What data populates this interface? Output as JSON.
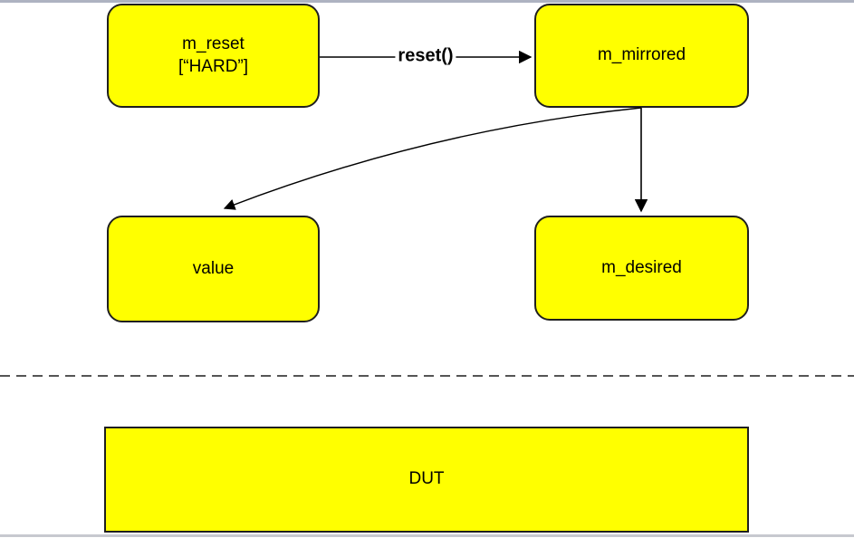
{
  "nodes": {
    "m_reset": {
      "line1": "m_reset",
      "line2": "[“HARD”]"
    },
    "m_mirrored": {
      "label": "m_mirrored"
    },
    "value": {
      "label": "value"
    },
    "m_desired": {
      "label": "m_desired"
    },
    "dut": {
      "label": "DUT"
    }
  },
  "edges": {
    "reset_label": "reset()"
  },
  "colors": {
    "node-fill": "#ffff00",
    "node-border": "#1f1f1f",
    "arrow": "#000000",
    "dash": "#555555",
    "top-rule": "#aeb3c1",
    "bottom-rule": "#c7c9cf",
    "label-text": "#000000"
  }
}
